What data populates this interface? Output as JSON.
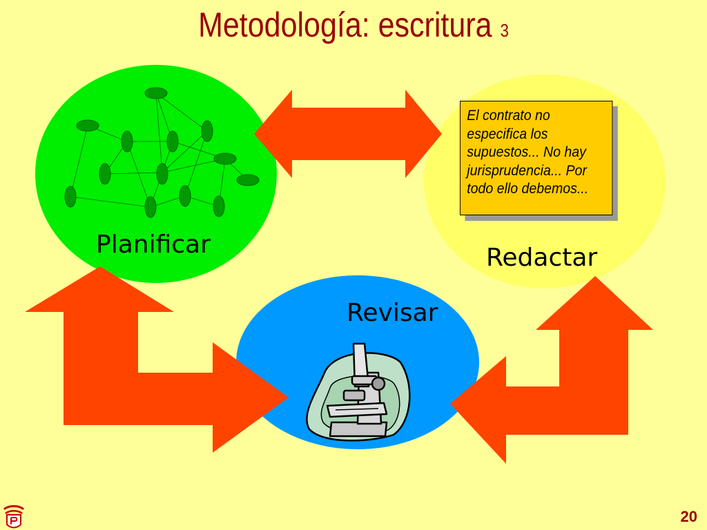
{
  "title": {
    "main": "Metodología: escritura",
    "sub": "3"
  },
  "stages": {
    "plan": "Planificar",
    "write": "Redactar",
    "review": "Revisar"
  },
  "note": {
    "lines": [
      "El contrato no",
      "especifica los",
      "supuestos... No hay",
      "jurisprudencia... Por",
      "todo ello debemos..."
    ]
  },
  "page_number": "20",
  "colors": {
    "background": "#FFFF99",
    "title": "#990000",
    "plan_circle": "#00EE00",
    "write_circle": "#FFFF66",
    "review_circle": "#0099FF",
    "arrows": "#FF4400",
    "note_box": "#FFCC00",
    "network_nodes": "#009900"
  },
  "icons": [
    "idea-network-icon",
    "microscope-icon",
    "university-logo-icon"
  ]
}
